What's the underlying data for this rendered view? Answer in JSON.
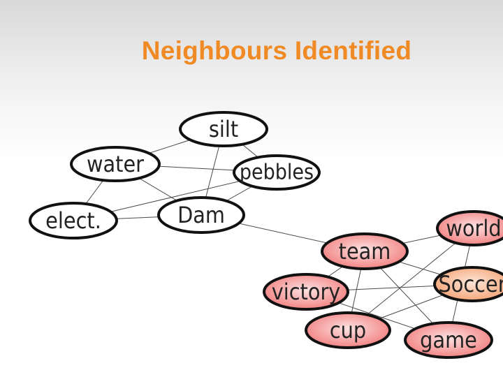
{
  "slide": {
    "title": "Neighbours Identified",
    "title_color": "#f08a24"
  },
  "graph": {
    "colors": {
      "node_fill": "#ffffff",
      "node_stroke": "#111111",
      "edge": "#4a4a4a",
      "red_fill": "#f17a7a",
      "red_light": "#fde2e2",
      "orange_fill": "#f4a070",
      "orange_light": "#fde6d8"
    },
    "nodes": [
      {
        "id": "silt",
        "label": "silt",
        "style": "plain"
      },
      {
        "id": "water",
        "label": "water",
        "style": "plain"
      },
      {
        "id": "pebbles",
        "label": "pebbles",
        "style": "plain"
      },
      {
        "id": "elect",
        "label": "elect.",
        "style": "plain"
      },
      {
        "id": "dam",
        "label": "Dam",
        "style": "plain"
      },
      {
        "id": "world",
        "label": "world",
        "style": "red"
      },
      {
        "id": "team",
        "label": "team",
        "style": "red"
      },
      {
        "id": "soccer",
        "label": "Soccer",
        "style": "orange"
      },
      {
        "id": "victory",
        "label": "victory",
        "style": "red"
      },
      {
        "id": "cup",
        "label": "cup",
        "style": "red"
      },
      {
        "id": "game",
        "label": "game",
        "style": "red"
      }
    ],
    "edges": [
      [
        "silt",
        "water"
      ],
      [
        "silt",
        "pebbles"
      ],
      [
        "silt",
        "dam"
      ],
      [
        "water",
        "pebbles"
      ],
      [
        "water",
        "elect"
      ],
      [
        "water",
        "dam"
      ],
      [
        "elect",
        "pebbles"
      ],
      [
        "elect",
        "dam"
      ],
      [
        "dam",
        "pebbles"
      ],
      [
        "dam",
        "team"
      ],
      [
        "team",
        "world"
      ],
      [
        "team",
        "soccer"
      ],
      [
        "team",
        "victory"
      ],
      [
        "team",
        "game"
      ],
      [
        "team",
        "cup"
      ],
      [
        "victory",
        "soccer"
      ],
      [
        "victory",
        "game"
      ],
      [
        "world",
        "cup"
      ],
      [
        "soccer",
        "cup"
      ],
      [
        "world",
        "game"
      ]
    ]
  }
}
